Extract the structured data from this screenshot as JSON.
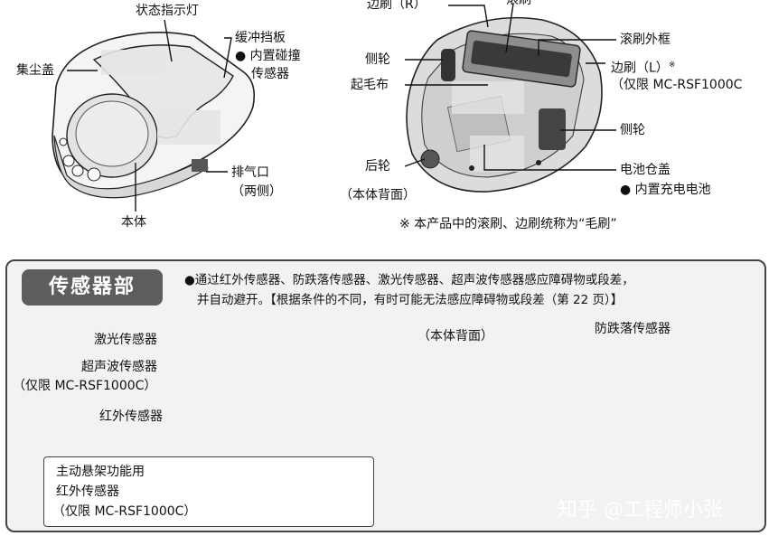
{
  "top_left": {
    "status_light": "状态指示灯",
    "dust_cover": "集尘盖",
    "bumper_line1": "缓冲挡板",
    "bumper_line2": "● 内置碰撞",
    "bumper_line3": "传感器",
    "exhaust_line1": "排气口",
    "exhaust_line2": "（两侧）",
    "body": "本体"
  },
  "top_right": {
    "side_brush_r": "边刷（R）",
    "roll_brush": "滚刷",
    "side_wheel_left": "侧轮",
    "pile_cloth": "起毛布",
    "rear_wheel": "后轮",
    "back_view": "（本体背面）",
    "roll_frame": "滚刷外框",
    "side_brush_l": "边刷（L）",
    "note_mark": "※",
    "model_only": "（仅限 MC-RSF1000C",
    "side_wheel_right": "侧轮",
    "battery_cover": "电池仓盖",
    "battery_note": "● 内置充电电池",
    "footnote": "※ 本产品中的滚刷、边刷统称为“毛刷”"
  },
  "sensor_panel": {
    "title": "传感器部",
    "desc_line1": "●通过红外传感器、防跌落传感器、激光传感器、超声波传感器感应障碍物或段差，",
    "desc_line2": "并自动避开。【根据条件的不同，有时可能无法感应障碍物或段差（第 22 页）】",
    "laser": "激光传感器",
    "ultrasonic": "超声波传感器",
    "ultrasonic_model": "（仅限 MC-RSF1000C）",
    "infrared": "红外传感器",
    "back_view": "（本体背面）",
    "cliff": "防跌落传感器",
    "suspension_line1": "主动悬架功能用",
    "suspension_line2": "红外传感器",
    "suspension_line3": "（仅限 MC-RSF1000C）"
  },
  "watermark": "知乎 @工程师小张"
}
